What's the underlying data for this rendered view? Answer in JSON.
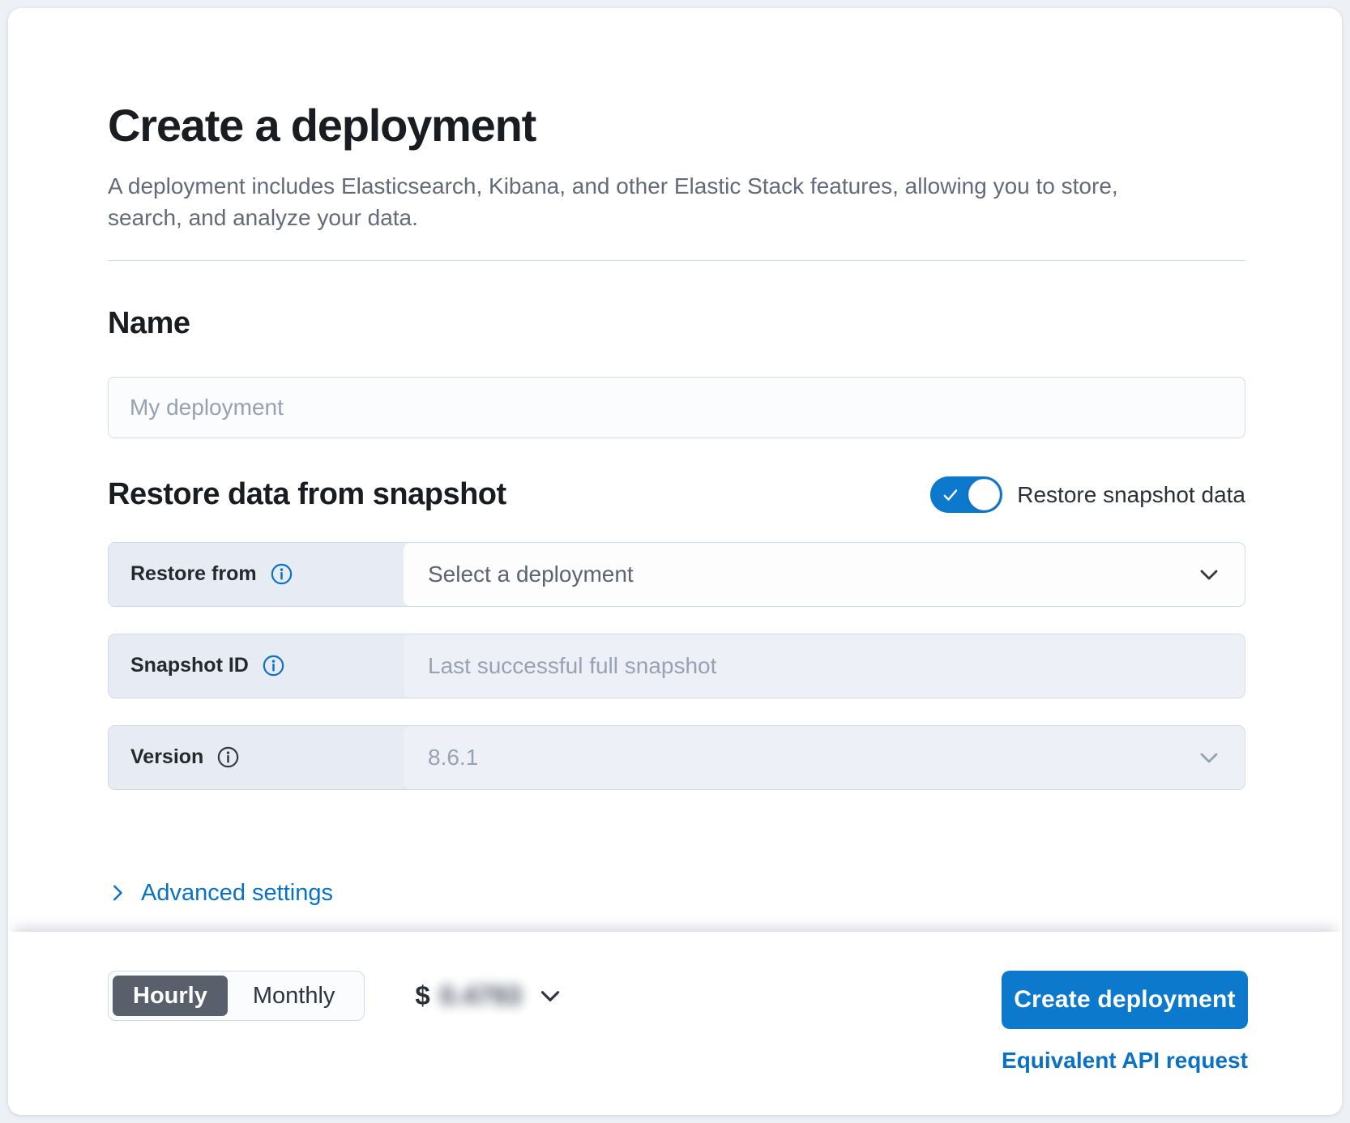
{
  "header": {
    "title": "Create a deployment",
    "subtitle": "A deployment includes Elasticsearch, Kibana, and other Elastic Stack features, allowing you to store, search, and analyze your data."
  },
  "name_section": {
    "heading": "Name",
    "placeholder": "My deployment"
  },
  "restore_section": {
    "heading": "Restore data from snapshot",
    "toggle": {
      "label": "Restore snapshot data",
      "state": "on"
    },
    "rows": [
      {
        "label": "Restore from",
        "value": "Select a deployment",
        "control": "select",
        "enabled": true
      },
      {
        "label": "Snapshot ID",
        "value": "Last successful full snapshot",
        "control": "text-input",
        "enabled": false
      },
      {
        "label": "Version",
        "value": "8.6.1",
        "control": "select",
        "enabled": false
      }
    ],
    "advanced_settings_label": "Advanced settings"
  },
  "footer": {
    "billing_toggle": {
      "options": [
        "Hourly",
        "Monthly"
      ],
      "selected": "Hourly"
    },
    "price": {
      "currency": "$",
      "amount": "0.4793",
      "blurred": true
    },
    "create_button_label": "Create deployment",
    "api_link_label": "Equivalent API request"
  },
  "icons": {
    "toggle": "check-icon",
    "row_help": "info-icon",
    "dropdown": "chevron-down-icon",
    "advanced_settings": "chevron-right-icon"
  },
  "colors": {
    "primary_blue": "#0d79cd",
    "link_blue": "#0b71c5",
    "selected_segment_gray": "#5a606b",
    "row_label_bg": "#e7ebf3",
    "disabled_field_bg": "#edf0f6",
    "border": "#d3dae6"
  }
}
